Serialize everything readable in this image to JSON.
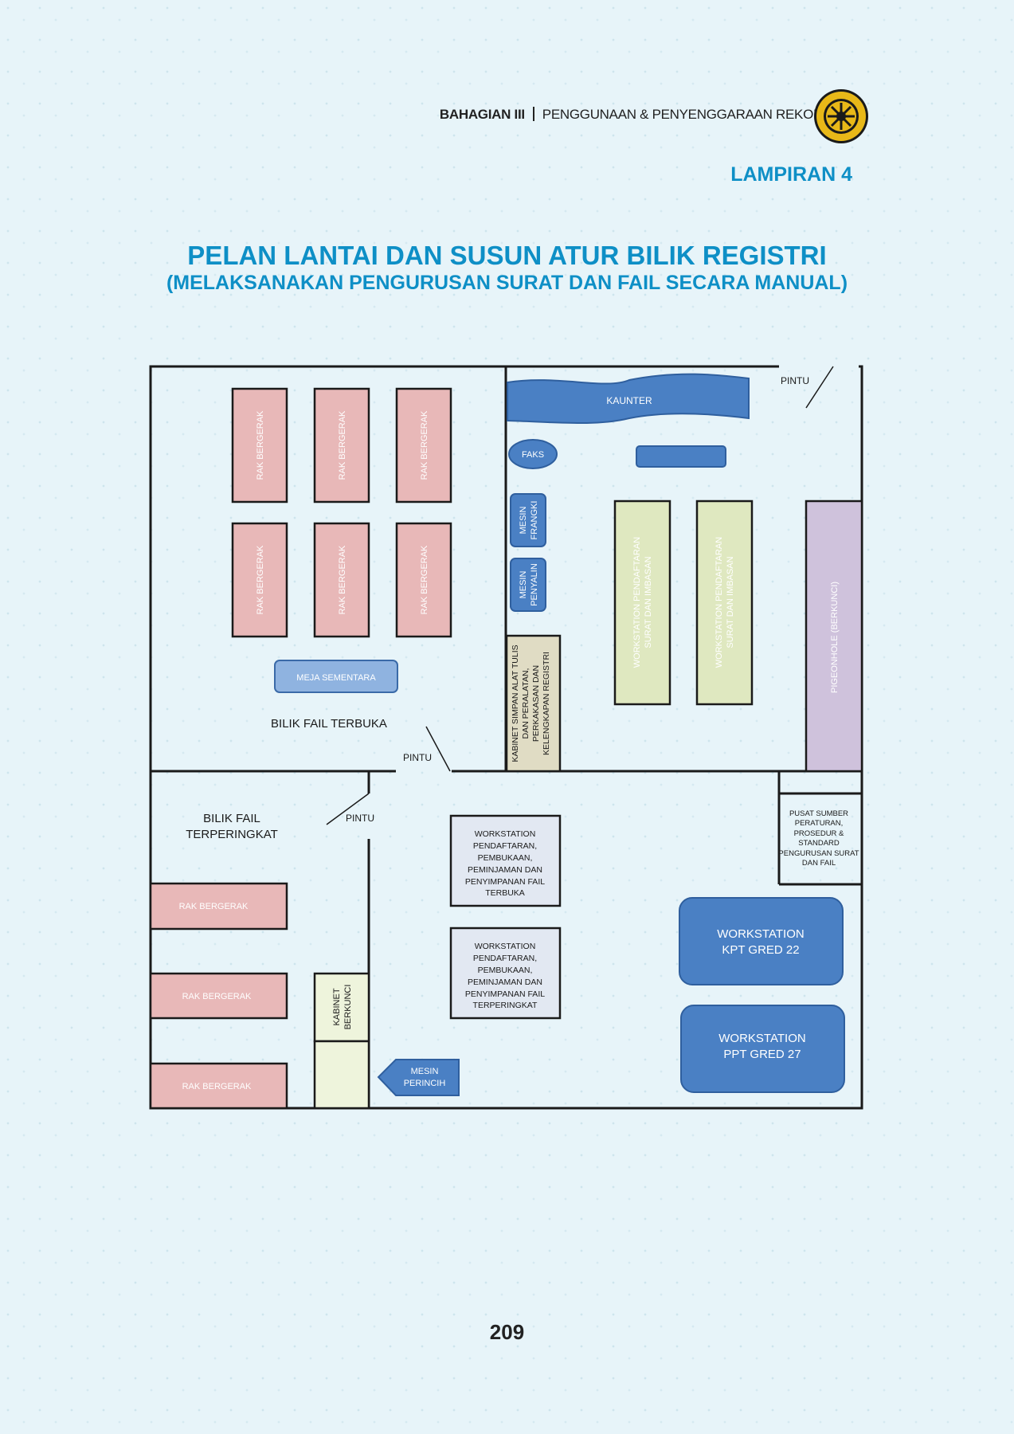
{
  "header": {
    "section": "BAHAGIAN III",
    "section_title": "PENGGUNAAN & PENYENGGARAAN REKOD",
    "appendix": "LAMPIRAN 4"
  },
  "title": {
    "line1": "PELAN LANTAI DAN SUSUN ATUR BILIK REGISTRI",
    "line2": "(MELAKSANAKAN PENGURUSAN SURAT DAN FAIL SECARA MANUAL)"
  },
  "colors": {
    "heading": "#0e8fc6",
    "rack": "#e8b8b8",
    "blue_equipment": "#4a80c4",
    "workstation_green": "#dfe8c0",
    "pigeonhole": "#cfc2dc",
    "cabinet": "#e0dcc4",
    "light_box": "#e2e8f2",
    "locked_cabinet": "#eef4dc"
  },
  "plan": {
    "rack_label": "RAK BERGERAK",
    "door_label": "PINTU",
    "counter": "KAUNTER",
    "fax": "FAKS",
    "franking_line1": "MESIN",
    "franking_line2": "FRANGKI",
    "copier_line1": "MESIN",
    "copier_line2": "PENYALIN",
    "stationery_cabinet": [
      "KABINET SIMPAN ALAT TULIS",
      "DAN PERALATAN,",
      "PERKAKASAN DAN",
      "KELENGKAPAN REGISTRI"
    ],
    "workstation_register": [
      "WORKSTATION PENDAFTARAN",
      "SURAT DAN IMBASAN"
    ],
    "pigeonhole": "PIGEONHOLE (BERKUNCI)",
    "temp_table": "MEJA SEMENTARA",
    "open_file_room": "BILIK FAIL TERBUKA",
    "restricted_room": [
      "BILIK FAIL",
      "TERPERINGKAT"
    ],
    "ws_open": [
      "WORKSTATION",
      "PENDAFTARAN,",
      "PEMBUKAAN,",
      "PEMINJAMAN DAN",
      "PENYIMPANAN FAIL",
      "TERBUKA"
    ],
    "ws_restricted": [
      "WORKSTATION",
      "PENDAFTARAN,",
      "PEMBUKAAN,",
      "PEMINJAMAN DAN",
      "PENYIMPANAN FAIL",
      "TERPERINGKAT"
    ],
    "resource_centre": [
      "PUSAT SUMBER",
      "PERATURAN,",
      "PROSEDUR &",
      "STANDARD",
      "PENGURUSAN SURAT",
      "DAN FAIL"
    ],
    "ws_kpt": [
      "WORKSTATION",
      "KPT GRED 22"
    ],
    "ws_ppt": [
      "WORKSTATION",
      "PPT GRED 27"
    ],
    "locked_cabinet": [
      "KABINET",
      "BERKUNCI"
    ],
    "punch_line1": "MESIN",
    "punch_line2": "PERINCIH"
  },
  "page_number": "209"
}
